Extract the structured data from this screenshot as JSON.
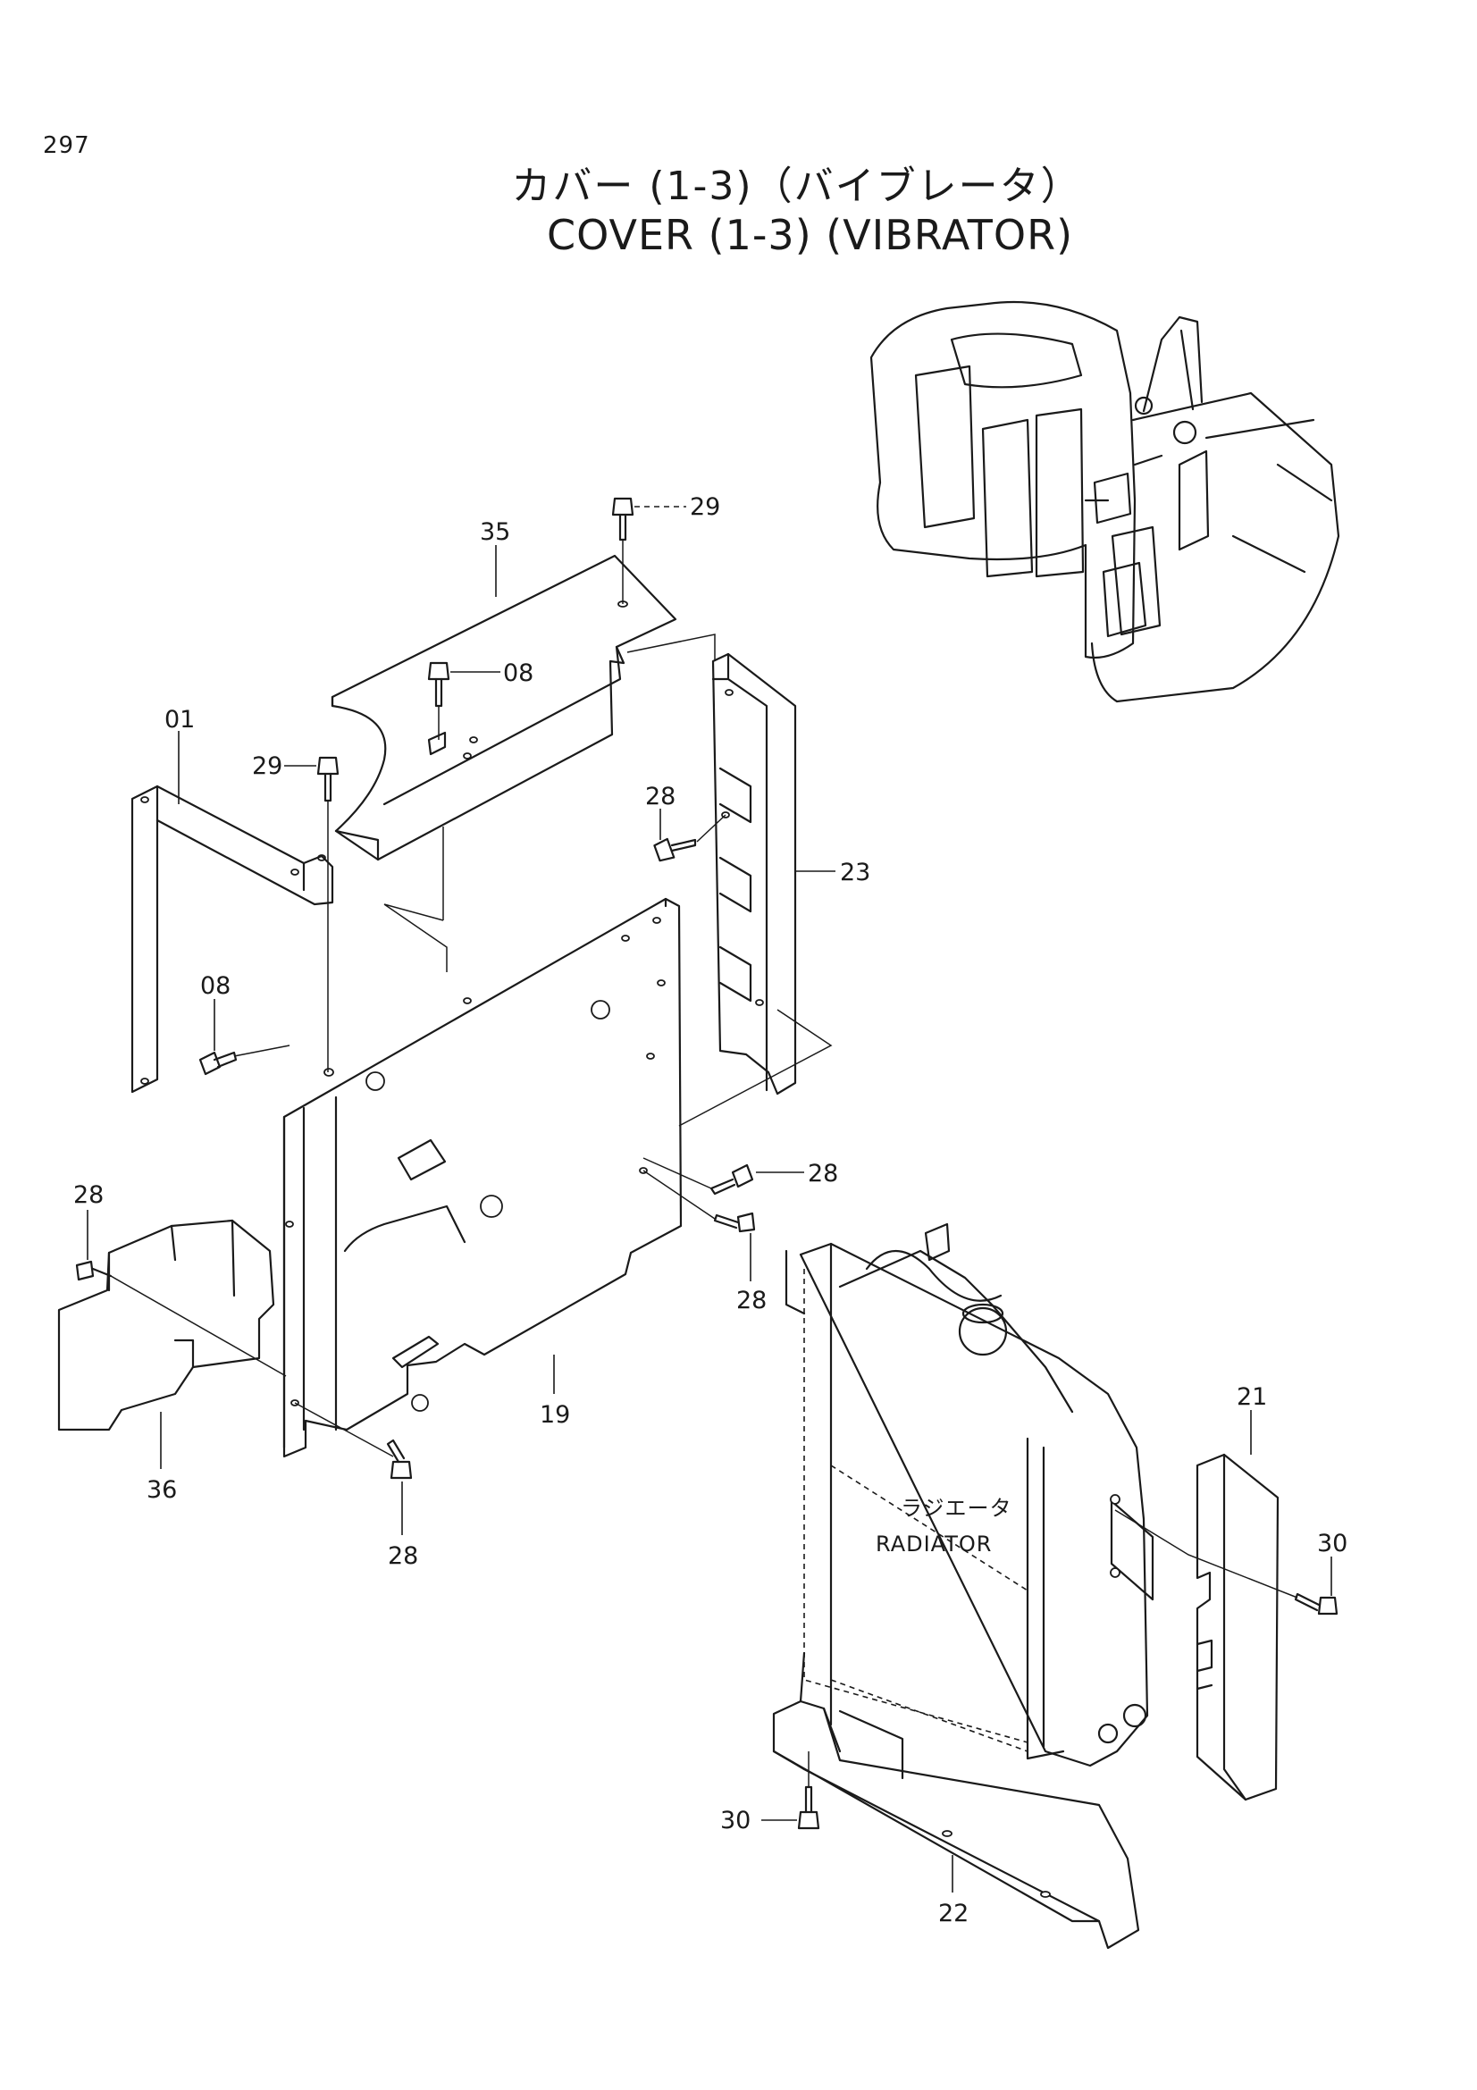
{
  "page": {
    "number": "297"
  },
  "title": {
    "japanese": "カバー (1-3)（バイブレータ）",
    "english": "COVER (1-3) (VIBRATOR)"
  },
  "callouts": {
    "c29_top": "29",
    "c35": "35",
    "c08_top": "08",
    "c01": "01",
    "c29_left": "29",
    "c28_mid": "28",
    "c23": "23",
    "c08_left": "08",
    "c28_right": "28",
    "c28_below": "28",
    "c28_farleft": "28",
    "c19": "19",
    "c36": "36",
    "c28_bottom": "28",
    "c21": "21",
    "c30_right": "30",
    "c30_bottom": "30",
    "c22": "22"
  },
  "labels": {
    "radiator_jp": "ラジエータ",
    "radiator_en": "RADIATOR"
  }
}
